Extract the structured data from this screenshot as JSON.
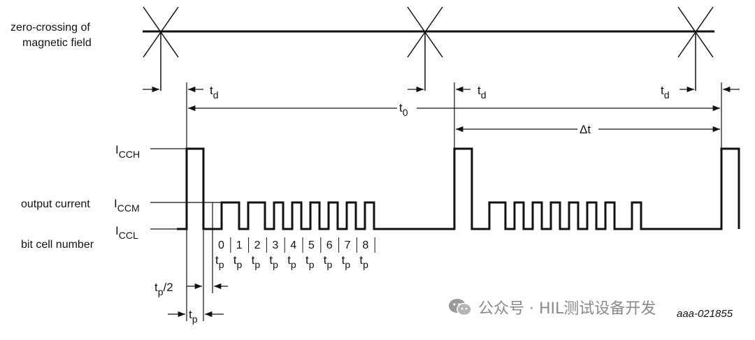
{
  "labels": {
    "zero_crossing_line1": "zero-crossing of",
    "zero_crossing_line2": "magnetic field",
    "output_current": "output current",
    "bit_cell_number": "bit cell number",
    "icch_main": "I",
    "icch_sub": "CCH",
    "iccm_main": "I",
    "iccm_sub": "CCM",
    "iccl_main": "I",
    "iccl_sub": "CCL",
    "td_main": "t",
    "td_sub": "d",
    "t0_main": "t",
    "t0_sub": "0",
    "delta_t": "Δt",
    "tp_main": "t",
    "tp_sub": "p",
    "tp_half_main": "t",
    "tp_half_sub": "p",
    "tp_half_suffix": "/2",
    "figure_id": "aaa-021855"
  },
  "bit_cells": [
    "0",
    "1",
    "2",
    "3",
    "4",
    "5",
    "6",
    "7",
    "8"
  ],
  "watermark": {
    "text": "公众号 · HIL测试设备开发",
    "color": "#8a8a8a"
  },
  "colors": {
    "line": "#111111",
    "background": "#ffffff"
  }
}
